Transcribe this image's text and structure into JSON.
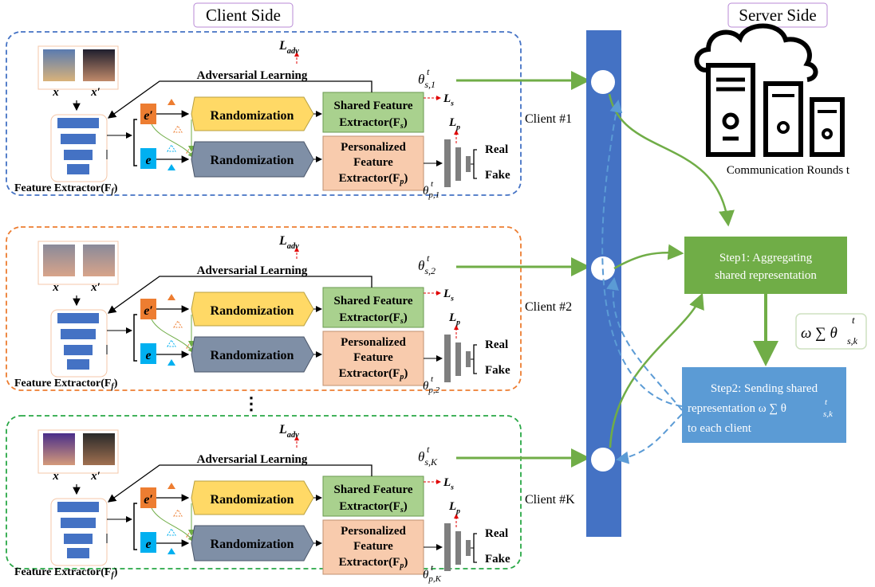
{
  "client_side_title": "Client Side",
  "server_side_title": "Server Side",
  "communication_label": "Communication Rounds t",
  "adversarial_label": "Adversarial  Learning",
  "loss_adv": "L",
  "loss_adv_sub": "adv",
  "loss_s": "L",
  "loss_s_sub": "s",
  "loss_p": "L",
  "loss_p_sub": "p",
  "randomization_label": "Randomization",
  "shared_extractor": [
    "Shared Feature",
    "Extractor(F"
  ],
  "shared_extractor_sub": "s",
  "personalized_extractor": [
    "Personalized",
    "Feature",
    "Extractor(F"
  ],
  "personalized_extractor_sub": "p",
  "feature_extractor_label": "Feature Extractor(F",
  "feature_extractor_sub": "f",
  "real_label": "Real",
  "fake_label": "Fake",
  "input_x": "x",
  "input_x_prime": "x",
  "e_label": "e",
  "theta": "θ",
  "ellipsis": "⋮",
  "clients": [
    {
      "name": "Client #1",
      "theta_s_sub": "s,1",
      "theta_p_sub": "p,1",
      "color": "#4472c4"
    },
    {
      "name": "Client #2",
      "theta_s_sub": "s,2",
      "theta_p_sub": "p,2",
      "color": "#ed7d31"
    },
    {
      "name": "Client #K",
      "theta_s_sub": "s,K",
      "theta_p_sub": "p,K",
      "color": "#28a745"
    }
  ],
  "step1": [
    "Step1: Aggregating",
    "shared representation"
  ],
  "step2": [
    "Step2: Sending  shared",
    "representation ω ∑ θ",
    "to each client"
  ],
  "step2_sub": "s,k",
  "step2_sup": "t",
  "sum_formula": "ω ∑ θ",
  "sum_sup": "t",
  "sum_sub": "s,k",
  "colors": {
    "bar": "#4472c4",
    "green_arrow": "#70ad47",
    "dash_blue": "#5b9bd5",
    "step1_bg": "#70ad47",
    "step2_bg": "#5b9bd5",
    "random_yellow": "#ffd966",
    "random_gray": "#7f8fa6",
    "shared_green": "#a9d18e",
    "personal_peach": "#f8cbad",
    "e_orange": "#ed7d31",
    "e_blue": "#00b0f0",
    "loss_red": "#e00000"
  },
  "icons": [
    "face-photo-icon",
    "server-icon",
    "cloud-icon",
    "trapezoid-extractor-icon"
  ]
}
